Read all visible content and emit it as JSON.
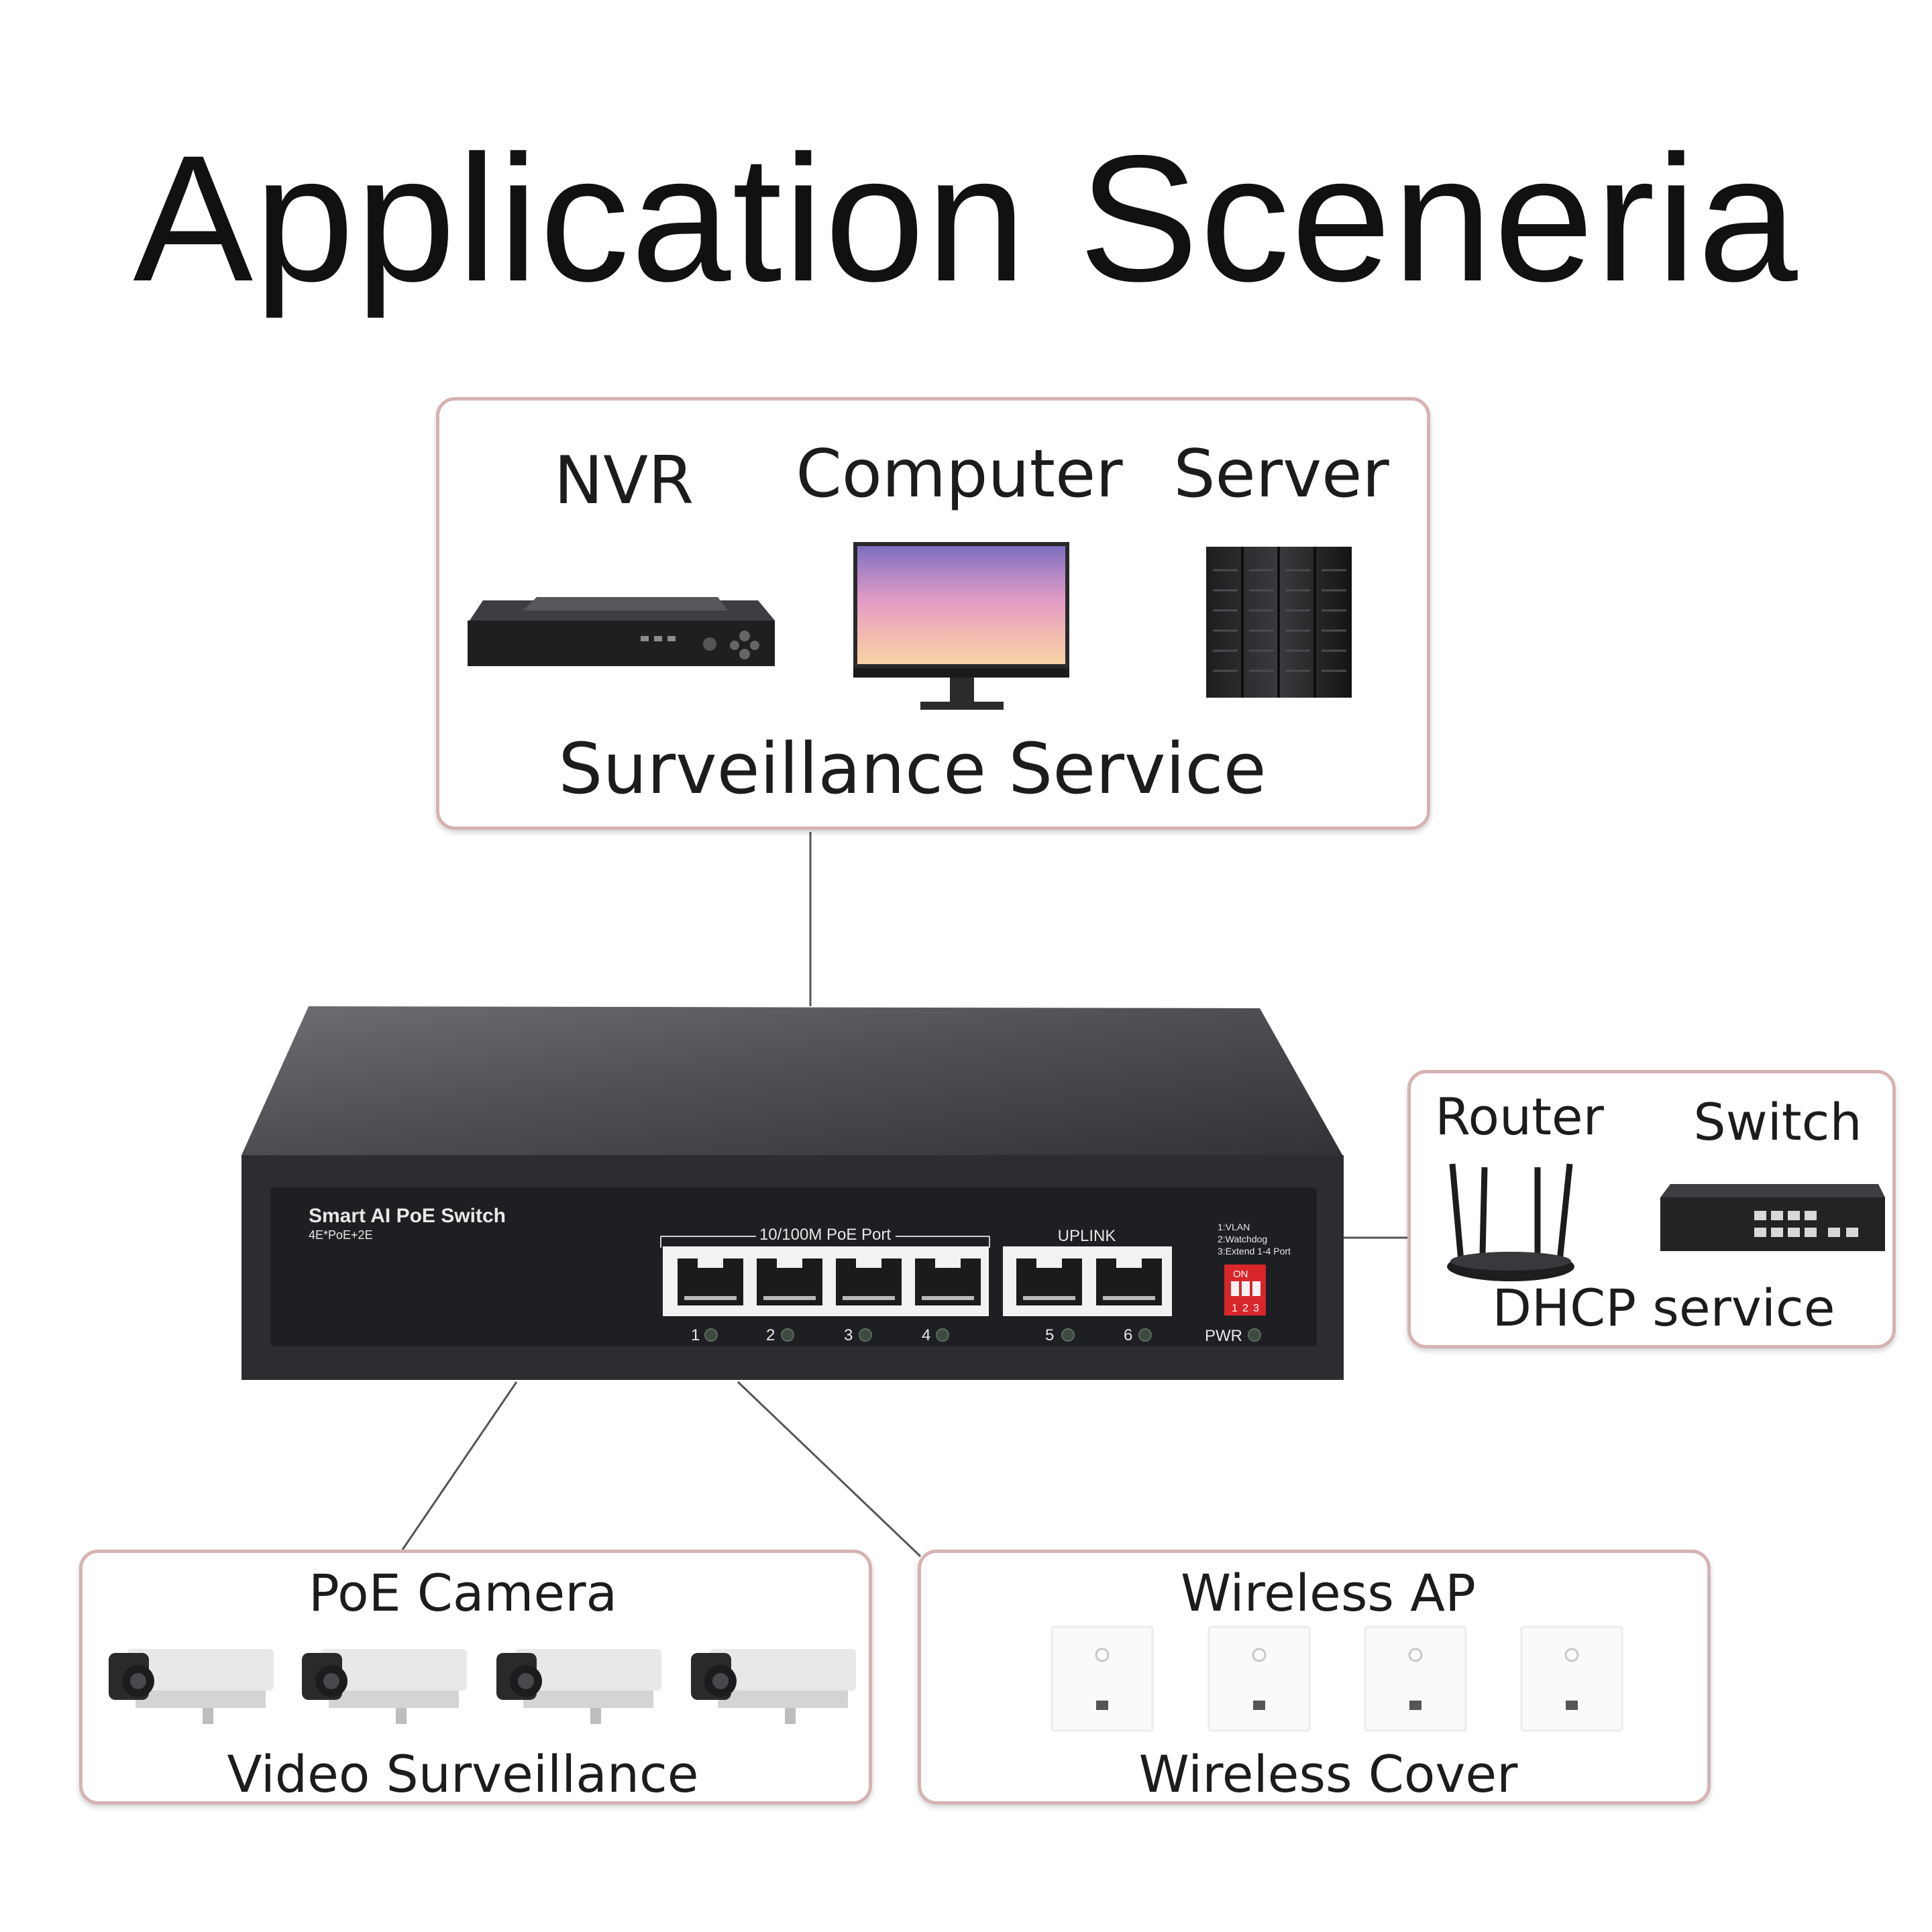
{
  "title": "Application Sceneria",
  "top_group": {
    "items": [
      "NVR",
      "Computer",
      "Server"
    ],
    "caption": "Surveillance Service"
  },
  "right_group": {
    "items": [
      "Router",
      "Switch"
    ],
    "caption": "DHCP service"
  },
  "bottom_left_group": {
    "heading": "PoE Camera",
    "caption": "Video Surveillance"
  },
  "bottom_right_group": {
    "heading": "Wireless AP",
    "caption": "Wireless Cover"
  },
  "poe_switch": {
    "name": "Smart AI PoE Switch",
    "model": "4E*PoE+2E",
    "poe_port_group": "10/100M PoE Port",
    "uplink_group": "UPLINK",
    "port_numbers": [
      "1",
      "2",
      "3",
      "4",
      "5",
      "6"
    ],
    "dip_legend": [
      "1:VLAN",
      "2:Watchdog",
      "3:Extend 1-4 Port"
    ],
    "dip_on": "ON",
    "dip_numbers": [
      "1",
      "2",
      "3"
    ],
    "power_label": "PWR"
  },
  "colors": {
    "box_border": "#d6b2b2",
    "switch_body": "#2b2d30",
    "dip_switch": "#d9262b"
  }
}
